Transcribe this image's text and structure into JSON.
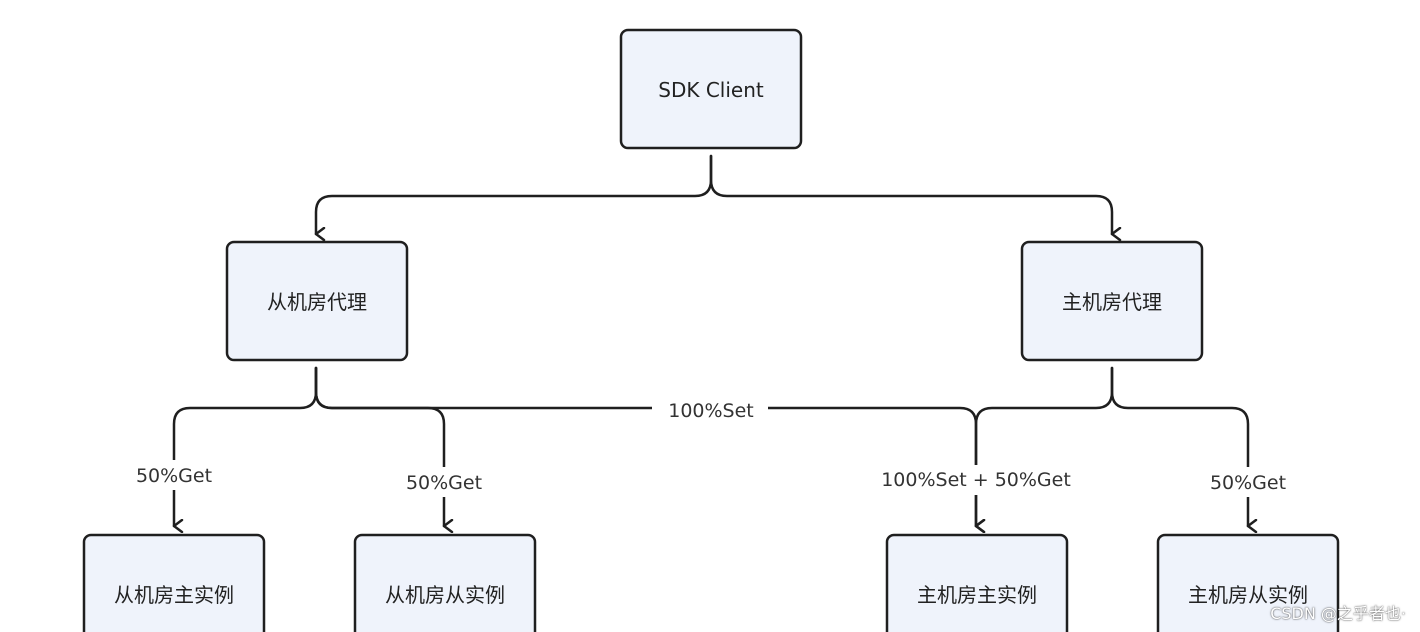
{
  "nodes": {
    "sdk_client": "SDK Client",
    "slave_proxy": "从机房代理",
    "master_proxy": "主机房代理",
    "slave_room_master": "从机房主实例",
    "slave_room_slave": "从机房从实例",
    "master_room_master": "主机房主实例",
    "master_room_slave": "主机房从实例"
  },
  "edge_labels": {
    "slave_room_master_get": "50%Get",
    "slave_room_slave_get": "50%Get",
    "cross_set": "100%Set",
    "master_room_master_setget": "100%Set + 50%Get",
    "master_room_slave_get": "50%Get"
  },
  "watermark": "CSDN @之乎者也·",
  "colors": {
    "node_fill": "#eff3fb",
    "stroke": "#1f1f1f"
  }
}
